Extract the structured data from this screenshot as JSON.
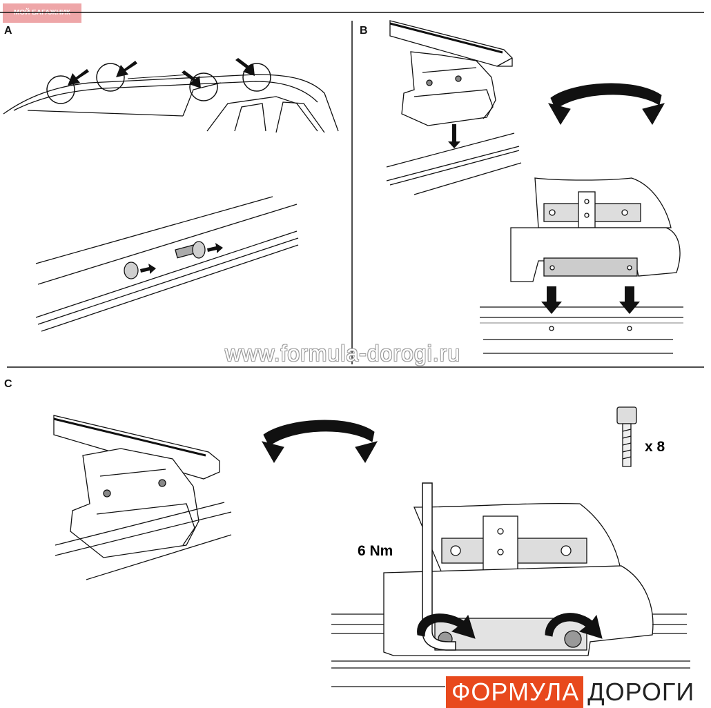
{
  "header": {
    "badge": "МОЙ БАГАЖНИК"
  },
  "sections": {
    "a": "A",
    "b": "B",
    "c": "C"
  },
  "torque_label": "6 Nm",
  "bolt_quantity": "x 8",
  "watermark": "www.formula-dorogi.ru",
  "logo": {
    "part1": "ФОРМУЛА",
    "part2": "ДОРОГИ",
    "accent": "#e8491d"
  }
}
